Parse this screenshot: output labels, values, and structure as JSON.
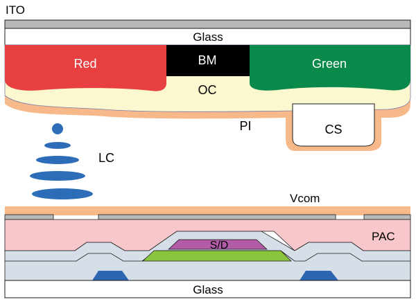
{
  "labels": {
    "ito": "ITO",
    "glass_top": "Glass",
    "red": "Red",
    "bm": "BM",
    "green": "Green",
    "oc": "OC",
    "pi": "PI",
    "cs": "CS",
    "lc": "LC",
    "vcom": "Vcom",
    "pac": "PAC",
    "sd": "S/D",
    "glass_bottom": "Glass"
  },
  "colors": {
    "ito": "#b9b9b9",
    "glass": "#ffffff",
    "red": "#e84040",
    "bm": "#000000",
    "green": "#0a8a4a",
    "oc": "#fbf7cf",
    "pi": "#f7b98a",
    "cs": "#ffffff",
    "lc": "#2d6db7",
    "pac": "#f8c7cb",
    "gate_insulator": "#d6dee7",
    "sd": "#b25ca8",
    "semiconductor": "#8ac53e",
    "gate": "#2c66b1",
    "outline": "#1a1a1a"
  }
}
